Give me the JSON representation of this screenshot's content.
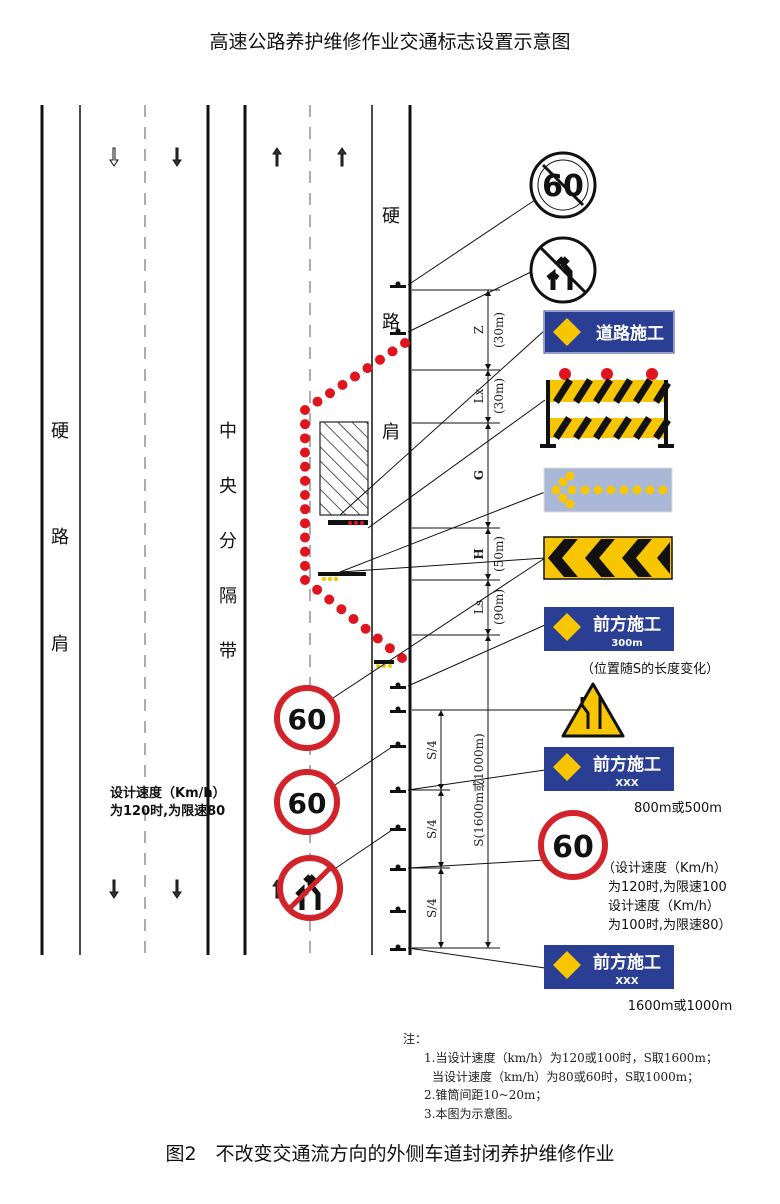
{
  "title": "高速公路养护维修作业交通标志设置示意图",
  "caption": "图2　不改变交通流方向的外侧车道封闭养护维修作业",
  "left_shoulder": [
    "硬",
    "路",
    "肩"
  ],
  "median": [
    "中",
    "央",
    "分",
    "隔",
    "带"
  ],
  "right_shoulder": [
    "硬",
    "路",
    "肩"
  ],
  "dimensions": {
    "z": "Z",
    "z_len": "(30m)",
    "lx": "Lx",
    "lx_len": "(30m)",
    "g": "G",
    "h": "H",
    "h_len": "(50m)",
    "ls": "Ls",
    "ls_len": "(90m)",
    "s": "S(1600m或1000m)",
    "s4": "S/4"
  },
  "signs": {
    "end_limit_value": "60",
    "road_work": "道路施工",
    "ahead_work": "前方施工",
    "ahead_300": "300m",
    "position_note": "（位置随S的长度变化）",
    "xxx": "XXX",
    "dist_800": "800m或500m",
    "limit_value": "60",
    "speed_note": [
      "（设计速度（Km/h）",
      "为120时,为限速100",
      "设计速度（Km/h）",
      "为100时,为限速80）"
    ],
    "dist_1600": "1600m或1000m"
  },
  "left_note": [
    "设计速度（Km/h）",
    "为120时,为限速80"
  ],
  "left_signs": {
    "limit_a": "60",
    "limit_b": "60"
  },
  "notes": {
    "head": "注：",
    "items": [
      "1.当设计速度（km/h）为120或100时，S取1600m；",
      "当设计速度（km/h）为80或60时，S取1000m；",
      "2.锥筒间距10~20m；",
      "3.本图为示意图。"
    ]
  },
  "colors": {
    "sign_blue": "#2a3f94",
    "cone_red": "#e0141e",
    "sign_red": "#d2232a",
    "yellow": "#f7c600"
  }
}
